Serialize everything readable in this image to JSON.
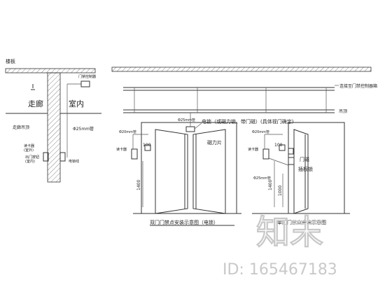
{
  "section_view": {
    "floor_slab": "楼板",
    "corridor": "走廊",
    "indoor": "室内",
    "corridor_ceiling": "走廊吊顶",
    "pipe": "Φ25mm管",
    "box_label": "门禁控制器",
    "reader": "读卡器\n(室外)",
    "exit_button": "出门按钮\n(室内)",
    "lock_wire": "电锁线"
  },
  "double_door": {
    "top_label": "连接至门禁控制器箱",
    "ceiling": "吊顶",
    "lock_note": "电锁（或磁力锁、带门磁）(具体视门确定)",
    "pipe": "Φ25mm管",
    "side_pipe": "Φ20mm管",
    "reader": "读卡器",
    "magnet": "磁力片",
    "dim_100": "100",
    "dim_1400": "1400",
    "caption": "双门门禁点安装示意图（电锁）"
  },
  "single_door": {
    "side_pipe": "Φ20mm管",
    "reader": "读卡器",
    "door_magnet": "门磁",
    "bolt_lock": "插板锁",
    "pipe": "Φ25mm管",
    "dim_100": "100",
    "dim_1400": "1400",
    "dim_1000": "1000",
    "caption": "单门门禁点安装示意图"
  },
  "watermark": {
    "brand": "知末",
    "id": "ID: 165467183"
  }
}
